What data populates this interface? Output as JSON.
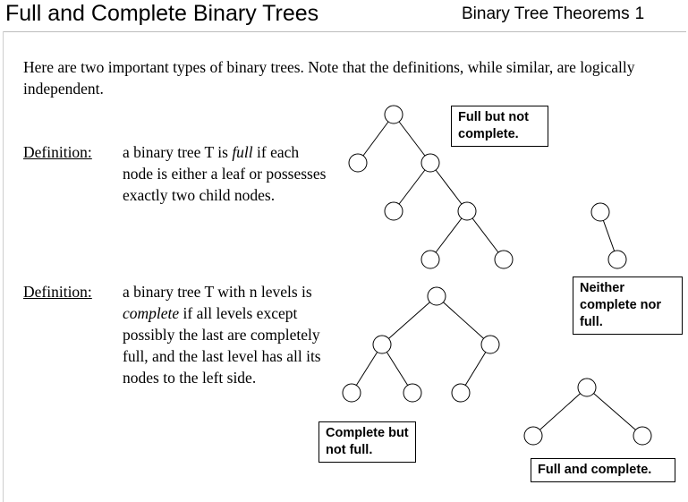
{
  "header": {
    "title": "Full and Complete Binary Trees",
    "subtitle": "Binary Tree Theorems",
    "page_number": "1"
  },
  "intro": "Here are two important types of binary trees.  Note that the definitions, while similar, are logically independent.",
  "definitions": [
    {
      "label": "Definition:",
      "before": "a binary tree T is ",
      "term": "full",
      "after": " if each node is either a leaf or possesses exactly two child nodes."
    },
    {
      "label": "Definition:",
      "before": "a binary tree T with n levels is ",
      "term": "complete",
      "after": " if all levels except possibly the last are completely full, and the last level has all its nodes to the left side."
    }
  ],
  "captions": {
    "full_not_complete": "Full but not complete.",
    "neither": "Neither complete nor full.",
    "complete_not_full": "Complete but not full.",
    "full_and_complete": "Full and complete."
  },
  "colors": {
    "node_stroke": "#000000",
    "node_fill": "#ffffff",
    "rule": "#bdbdbd"
  }
}
